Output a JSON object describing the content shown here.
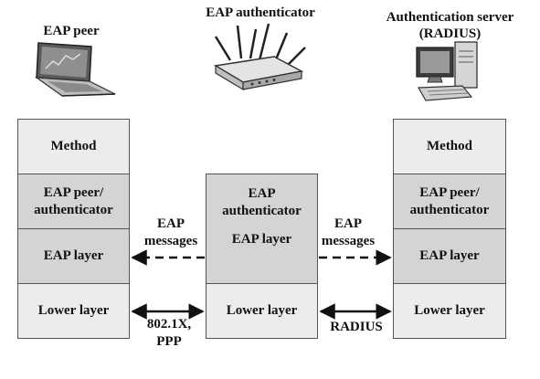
{
  "titles": {
    "peer": "EAP peer",
    "authenticator": "EAP authenticator",
    "server_line1": "Authentication server",
    "server_line2": "(RADIUS)"
  },
  "peer_stack": {
    "method": "Method",
    "role_line1": "EAP peer/",
    "role_line2": "authenticator",
    "eap_layer": "EAP layer",
    "lower": "Lower layer"
  },
  "auth_stack": {
    "role_line1": "EAP",
    "role_line2": "authenticator",
    "eap_layer": "EAP layer",
    "lower": "Lower layer"
  },
  "server_stack": {
    "method": "Method",
    "role_line1": "EAP peer/",
    "role_line2": "authenticator",
    "eap_layer": "EAP layer",
    "lower": "Lower layer"
  },
  "links": {
    "eap_left_line1": "EAP",
    "eap_left_line2": "messages",
    "eap_right_line1": "EAP",
    "eap_right_line2": "messages",
    "lower_left_line1": "802.1X,",
    "lower_left_line2": "PPP",
    "lower_right": "RADIUS"
  },
  "icons": [
    "laptop-icon",
    "wireless-router-icon",
    "server-computer-icon"
  ]
}
